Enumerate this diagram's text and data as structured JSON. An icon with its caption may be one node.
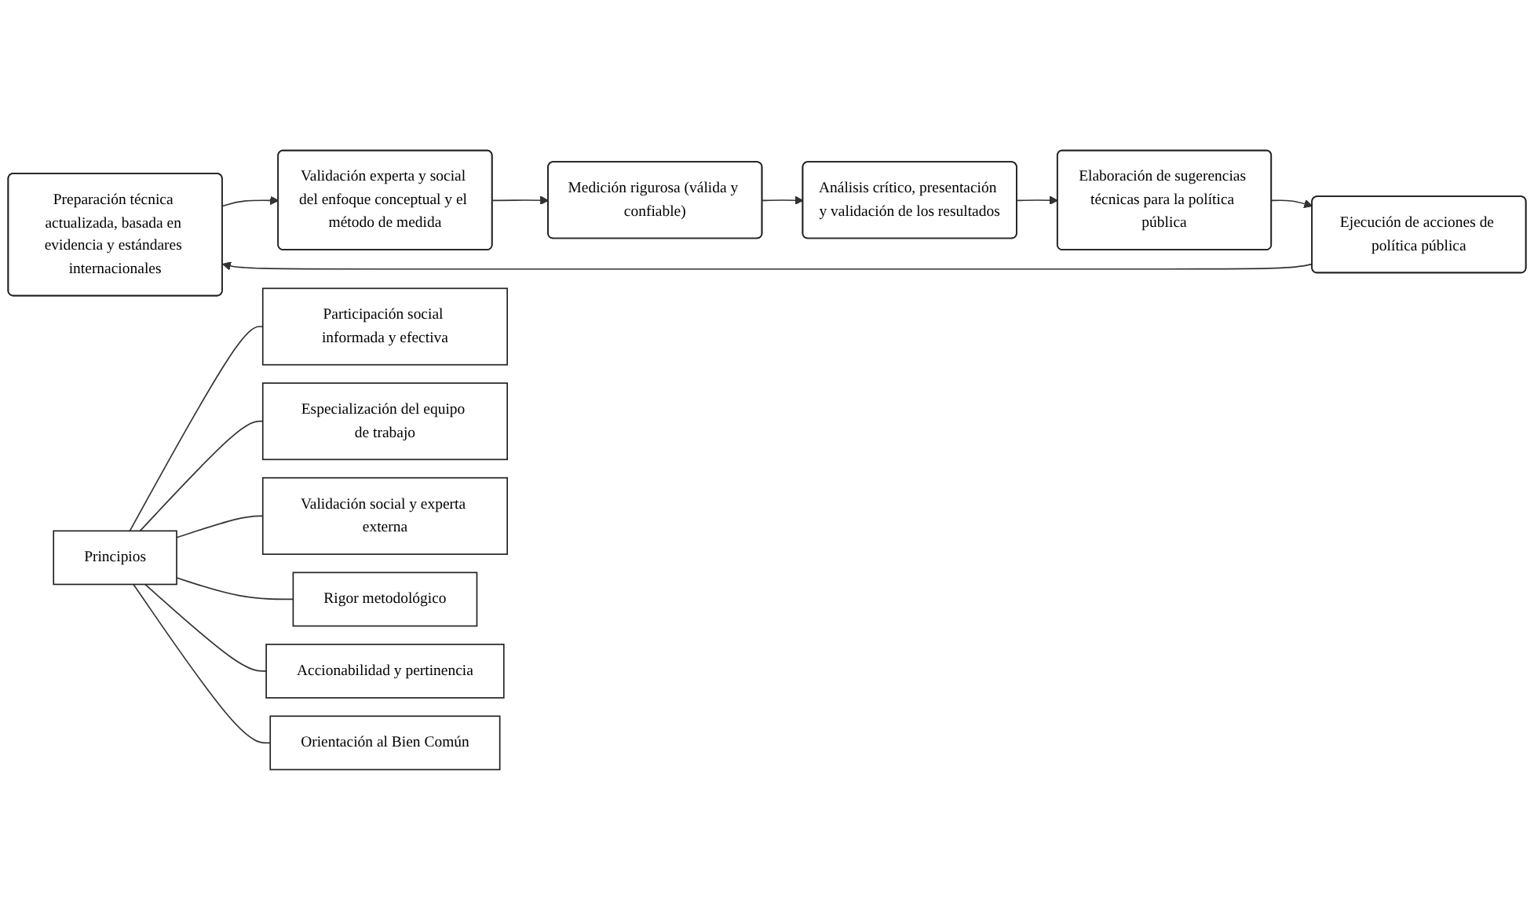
{
  "diagram": {
    "nodes": [
      {
        "text": [
          "Preparación técnica actualizada, basada en evidencia y estándares internacionales"
        ]
      },
      {
        "text": [
          "Validación experta y social del enfoque conceptual y el método de medida"
        ]
      },
      {
        "text": [
          "Medición rigurosa (válida y confiable)"
        ]
      },
      {
        "text": [
          "Análisis crítico, presentación y validación de los resultados"
        ]
      },
      {
        "text": [
          "Elaboración de sugerencias técnicas para la política pública"
        ]
      },
      {
        "text": [
          "Ejecución de acciones de política pública"
        ]
      },
      {
        "text": [
          "Principios"
        ]
      },
      {
        "text": [
          "Participación social informada y efectiva"
        ]
      },
      {
        "text": [
          "Especialización del equipo de trabajo"
        ]
      },
      {
        "text": [
          "Validación social y experta externa"
        ]
      },
      {
        "text": [
          "Rigor metodológico"
        ]
      },
      {
        "text": [
          "Accionabilidad y pertinencia"
        ]
      },
      {
        "text": [
          "Orientación al Bien Común"
        ]
      }
    ],
    "edges": [
      {
        "from": 0,
        "to": 1,
        "arrow": "to"
      },
      {
        "from": 1,
        "to": 2,
        "arrow": "to"
      },
      {
        "from": 2,
        "to": 3,
        "arrow": "to"
      },
      {
        "from": 3,
        "to": 4,
        "arrow": "to"
      },
      {
        "from": 4,
        "to": 5,
        "arrow": "to"
      },
      {
        "from": 5,
        "to": 0,
        "arrow": "to"
      },
      {
        "from": 6,
        "to": 7,
        "arrow": "none"
      },
      {
        "from": 6,
        "to": 8,
        "arrow": "none"
      },
      {
        "from": 6,
        "to": 9,
        "arrow": "none"
      },
      {
        "from": 6,
        "to": 10,
        "arrow": "none"
      },
      {
        "from": 6,
        "to": 11,
        "arrow": "none"
      },
      {
        "from": 6,
        "to": 12,
        "arrow": "none"
      }
    ]
  }
}
